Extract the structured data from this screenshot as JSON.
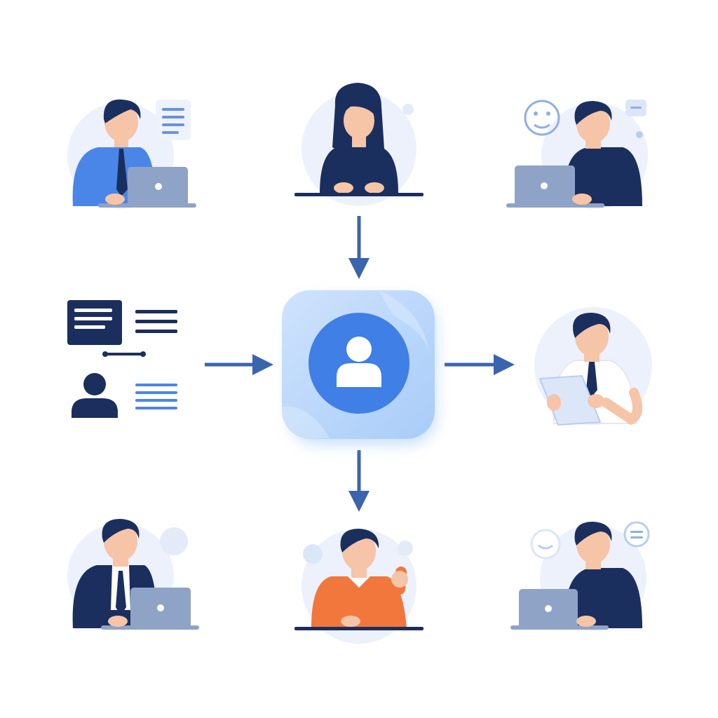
{
  "colors": {
    "navy": "#1b2f5e",
    "skin": "#f6c4a6",
    "hair": "#1b2f5e",
    "blue_shirt": "#4a86e8",
    "orange_shirt": "#f2773d",
    "laptop": "#8ea3c6",
    "circle_bg": "#edf1fb",
    "arrow": "#3a64ad",
    "hub_bg": "#b9d7fb",
    "hub_circle": "#3f7fe6",
    "doc_line": "#6a92dd",
    "white": "#ffffff"
  },
  "icons": {
    "hub": "user-profile-icon",
    "document_card": "document-card-icon",
    "person_silhouette": "person-silhouette-icon",
    "chat_bubble": "chat-bubble-icon",
    "emoji_bubble": "emoji-face-icon"
  },
  "nodes": [
    {
      "id": "worker-top-left",
      "role": "person-with-laptop-and-notes"
    },
    {
      "id": "woman-top-center",
      "role": "person-at-desk"
    },
    {
      "id": "worker-top-right",
      "role": "person-with-laptop-and-emoji"
    },
    {
      "id": "profile-sources-left",
      "role": "documents-and-profile"
    },
    {
      "id": "hub-center",
      "role": "central-user-profile"
    },
    {
      "id": "man-reading-right",
      "role": "person-holding-tablet"
    },
    {
      "id": "businessman-bottom-left",
      "role": "person-in-suit-with-laptop"
    },
    {
      "id": "man-orange-bottom-center",
      "role": "person-at-desk-raising-fist"
    },
    {
      "id": "worker-bottom-right",
      "role": "person-with-laptop-and-bubbles"
    }
  ],
  "edges": [
    {
      "from": "woman-top-center",
      "to": "hub-center",
      "direction": "down"
    },
    {
      "from": "profile-sources-left",
      "to": "hub-center",
      "direction": "right"
    },
    {
      "from": "hub-center",
      "to": "man-reading-right",
      "direction": "right"
    },
    {
      "from": "hub-center",
      "to": "man-orange-bottom-center",
      "direction": "down"
    }
  ]
}
